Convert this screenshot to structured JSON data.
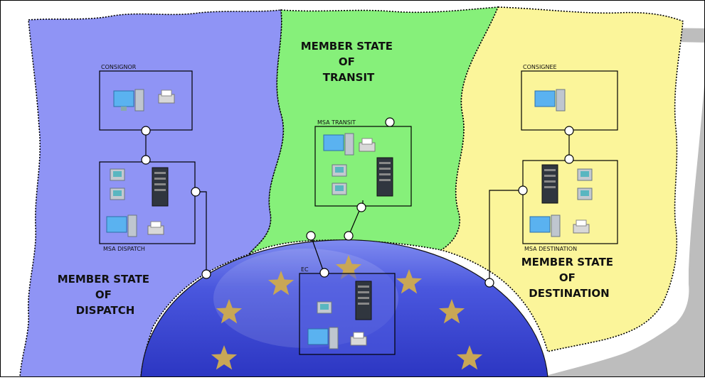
{
  "regions": {
    "dispatch": {
      "title_lines": [
        "MEMBER STATE",
        "OF",
        "DISPATCH"
      ],
      "color": "#8f94f5"
    },
    "transit": {
      "title_lines": [
        "MEMBER STATE",
        "OF",
        "TRANSIT"
      ],
      "color": "#86f07a"
    },
    "destination": {
      "title_lines": [
        "MEMBER STATE",
        "OF",
        "DESTINATION"
      ],
      "color": "#fbf59a"
    },
    "ec_dome_color": "#3b48d6",
    "star_color": "#c9a755"
  },
  "nodes": {
    "consignor": {
      "label": "CONSIGNOR"
    },
    "msa_dispatch": {
      "label": "MSA DISPATCH"
    },
    "msa_transit": {
      "label": "MSA TRANSIT"
    },
    "consignee": {
      "label": "CONSIGNEE"
    },
    "msa_destination": {
      "label": "MSA DESTINATION"
    },
    "ec": {
      "label": "EC"
    }
  }
}
